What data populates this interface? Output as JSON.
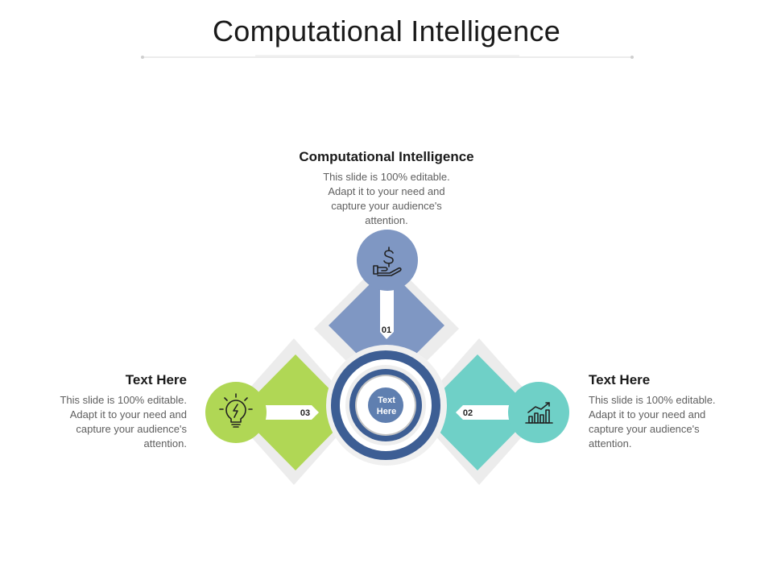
{
  "title": "Computational Intelligence",
  "hub": {
    "line1": "Text",
    "line2": "Here"
  },
  "items": [
    {
      "number": "01",
      "heading": "Computational Intelligence",
      "body": "This slide is 100% editable. Adapt it to your need and capture your audience's attention.",
      "icon": "dollar-hand-icon",
      "color": "#7f97c3"
    },
    {
      "number": "02",
      "heading": "Text Here",
      "body": "This slide is 100% editable. Adapt it to your need and capture your audience's attention.",
      "icon": "growth-chart-icon",
      "color": "#6fd0c7"
    },
    {
      "number": "03",
      "heading": "Text Here",
      "body": "This slide is 100% editable. Adapt it to your need and capture your audience's attention.",
      "icon": "lightbulb-icon",
      "color": "#b0d755"
    }
  ],
  "colors": {
    "hub_dark": "#3d5e94",
    "hub_mid": "#5f7fb0",
    "shadow_gray": "#ececec"
  }
}
